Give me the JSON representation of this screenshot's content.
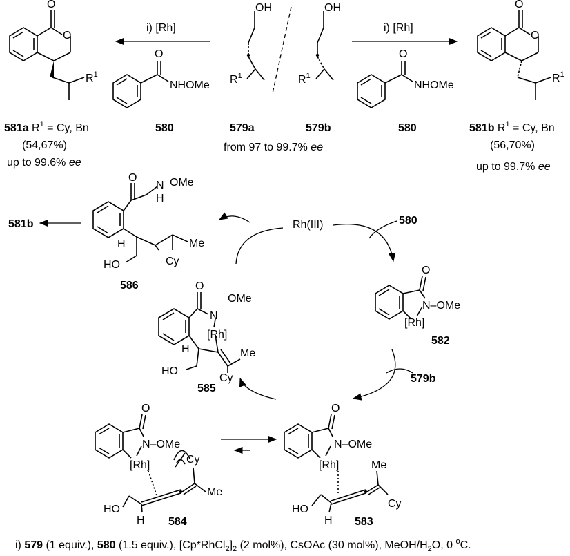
{
  "top": {
    "left_reagent": "i) [Rh]",
    "right_reagent": "i) [Rh]",
    "amide_label": "NHOMe",
    "sub_579a": "579a",
    "sub_579b": "579b",
    "sub_580": "580",
    "ee_range": "from 97 to 99.7% ",
    "ee_word": "ee",
    "oh": "OH",
    "r1": "R",
    "r1_sup": "1",
    "o": "O",
    "p581a": {
      "id": "581a",
      "r": " R",
      "sup": "1",
      "desc": " = Cy, Bn",
      "yield": "(54,67%)",
      "ee": "up to 99.6% ",
      "ee_word": "ee"
    },
    "p581b": {
      "id": "581b",
      "r": " R",
      "sup": "1",
      "desc": " = Cy, Bn",
      "yield": "(56,70%)",
      "ee": "up to 99.7% ",
      "ee_word": "ee"
    }
  },
  "cycle": {
    "catalyst": "Rh(III)",
    "n580": "580",
    "n579b": "579b",
    "n581b": "581b",
    "n582": "582",
    "n583": "583",
    "n584": "584",
    "n585": "585",
    "n586": "586",
    "rh": "[Rh]",
    "nome": "N–OMe",
    "n": "N",
    "ome": "OMe",
    "me": "Me",
    "cy": "Cy",
    "ho": "HO",
    "h": "H",
    "o": "O"
  },
  "footer": {
    "p1": "i) ",
    "n579": "579",
    "p2": " (1 equiv.), ",
    "n580": "580",
    "p3": " (1.5 equiv.), [Cp*RhCl",
    "sub2a": "2",
    "p4": "]",
    "sub2b": "2",
    "p5": " (2 mol%), CsOAc (30 mol%), MeOH/H",
    "sub2c": "2",
    "p6": "O, 0 ",
    "deg": "o",
    "p7": "C."
  }
}
